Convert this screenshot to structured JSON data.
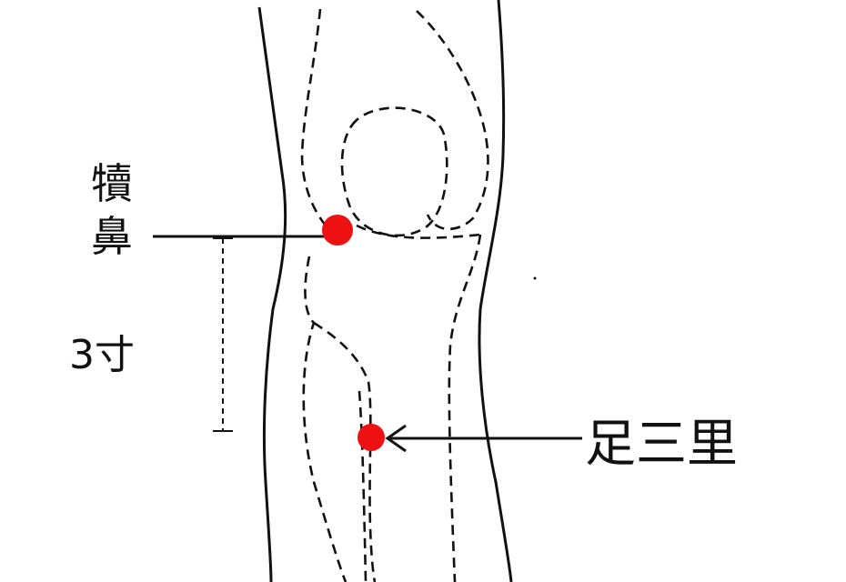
{
  "labels": {
    "dubi_top": "犢",
    "dubi_bottom": "鼻",
    "distance": "3寸",
    "zusanli": "足三里"
  },
  "colors": {
    "line": "#111111",
    "point": "#ee1111",
    "background": "#ffffff"
  }
}
